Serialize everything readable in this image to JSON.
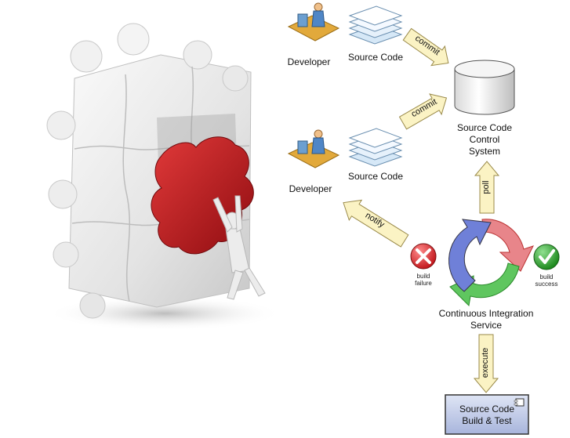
{
  "nodes": {
    "developer_top": "Developer",
    "source_code_top": "Source Code",
    "developer_mid": "Developer",
    "source_code_mid": "Source Code",
    "scm_line1": "Source Code",
    "scm_line2": "Control",
    "scm_line3": "System",
    "ci_line1": "Continuous Integration",
    "ci_line2": "Service",
    "build_line1": "Source Code",
    "build_line2": "Build & Test"
  },
  "arrows": {
    "commit_top": "commit",
    "commit_mid": "commit",
    "poll": "poll",
    "notify": "notify",
    "execute": "execute"
  },
  "status": {
    "failure_line1": "build",
    "failure_line2": "failure",
    "success_line1": "build",
    "success_line2": "success"
  },
  "colors": {
    "arrow_fill": "#fbf3c4",
    "arrow_stroke": "#9a8a4a",
    "puzzle_red": "#c8141b",
    "failure": "#d9262b",
    "success": "#2f9c2f",
    "build_box": "#b6c1e2"
  }
}
